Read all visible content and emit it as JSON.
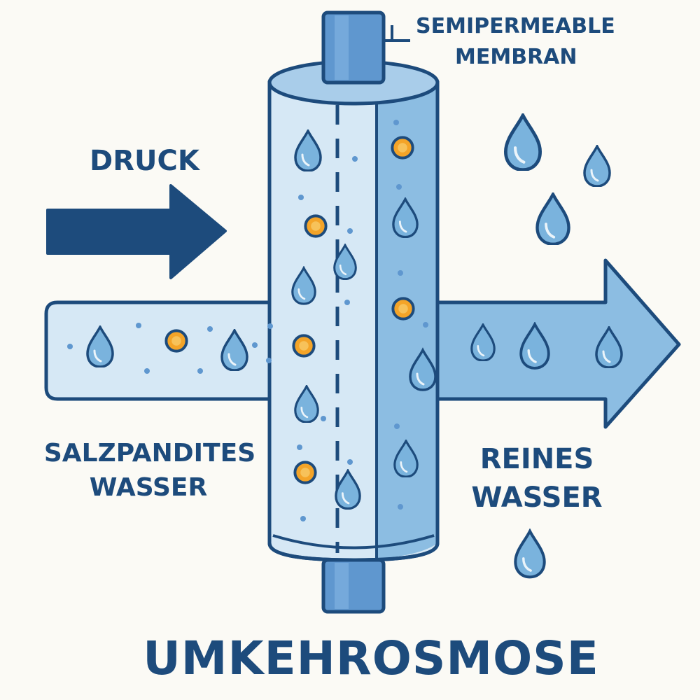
{
  "labels": {
    "membrane": [
      "SEMIPERMEABLE",
      "MEMBRAN"
    ],
    "pressure": "DRUCK",
    "salt_water": [
      "SALZPANDITES",
      "WASSER"
    ],
    "pure_water": [
      "REINES",
      "WASSER"
    ],
    "title": "UMKEHROSMOSE"
  },
  "colors": {
    "outline": "#1d4b7c",
    "dark_arrow": "#1d4b7c",
    "salt_side_fill": "#d6e8f5",
    "pure_side_fill": "#8cbde2",
    "pipe_fill": "#5f97cf",
    "drop_fill": "#7ab3dd",
    "salt_particle": "#f4a428",
    "background": "#fbfaf5"
  },
  "icons": {
    "water_drop": "water-drop-icon",
    "salt_particle": "salt-particle-icon",
    "pressure_arrow": "pressure-arrow-icon",
    "flow_arrow": "flow-arrow-icon"
  }
}
